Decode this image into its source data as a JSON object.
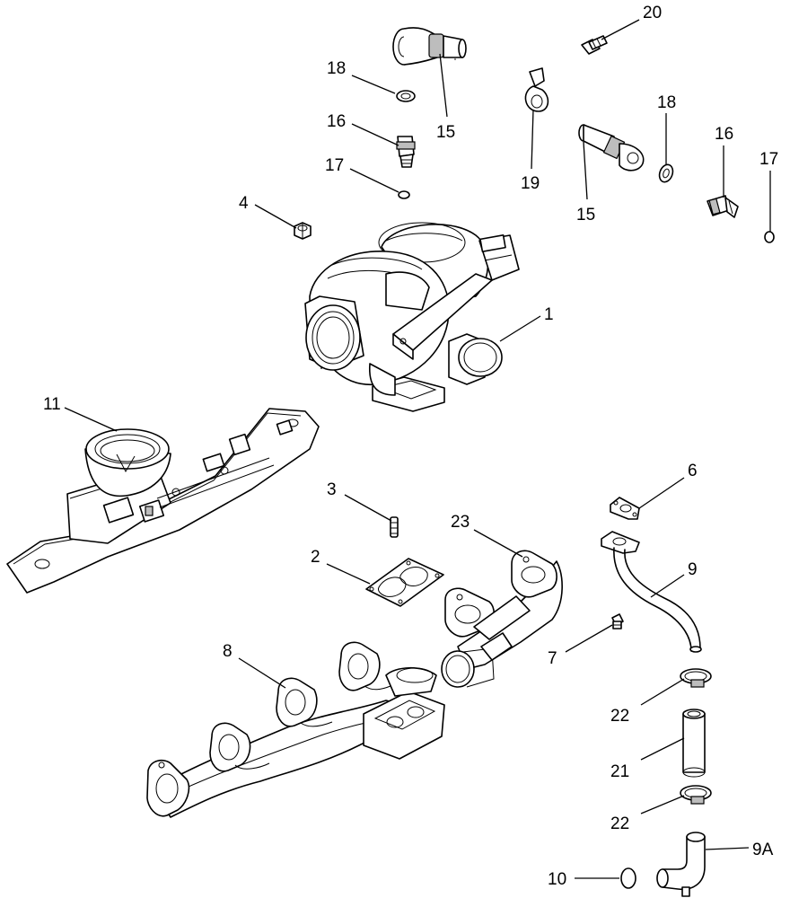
{
  "callouts": [
    {
      "id": "c20",
      "label": "20"
    },
    {
      "id": "c18a",
      "label": "18"
    },
    {
      "id": "c15a",
      "label": "15"
    },
    {
      "id": "c16a",
      "label": "16"
    },
    {
      "id": "c17a",
      "label": "17"
    },
    {
      "id": "c19",
      "label": "19"
    },
    {
      "id": "c18b",
      "label": "18"
    },
    {
      "id": "c15b",
      "label": "15"
    },
    {
      "id": "c16b",
      "label": "16"
    },
    {
      "id": "c17b",
      "label": "17"
    },
    {
      "id": "c4",
      "label": "4"
    },
    {
      "id": "c1",
      "label": "1"
    },
    {
      "id": "c11",
      "label": "11"
    },
    {
      "id": "c3",
      "label": "3"
    },
    {
      "id": "c6",
      "label": "6"
    },
    {
      "id": "c23",
      "label": "23"
    },
    {
      "id": "c2",
      "label": "2"
    },
    {
      "id": "c9",
      "label": "9"
    },
    {
      "id": "c8",
      "label": "8"
    },
    {
      "id": "c7",
      "label": "7"
    },
    {
      "id": "c22a",
      "label": "22"
    },
    {
      "id": "c21",
      "label": "21"
    },
    {
      "id": "c22b",
      "label": "22"
    },
    {
      "id": "c10",
      "label": "10"
    },
    {
      "id": "c9a",
      "label": "9A"
    }
  ]
}
